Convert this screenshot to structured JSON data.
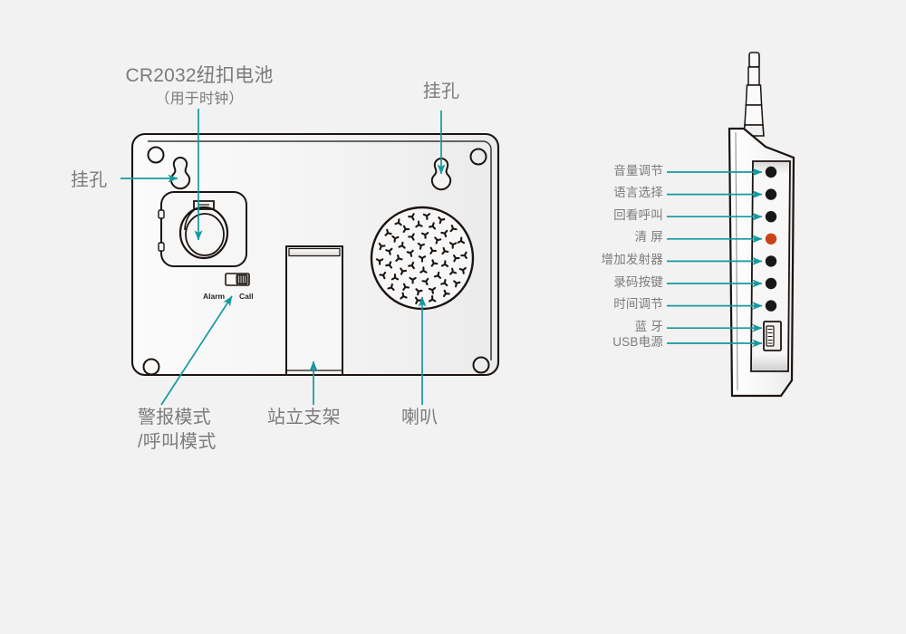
{
  "meta": {
    "background_color": "#f2f2f2",
    "label_color": "#7b7b7b",
    "arrow_color": "#14999e",
    "outline_color": "#1c1410",
    "device_fill": "#f7f7f7",
    "button_color": "#171717",
    "highlight_button_color": "#c9421a"
  },
  "back_view": {
    "callouts": {
      "battery_title": "CR2032纽扣电池",
      "battery_sub": "（用于时钟）",
      "hang_hole_left": "挂孔",
      "hang_hole_top": "挂孔",
      "alarm_call_line1": "警报模式",
      "alarm_call_line2": "/呼叫模式",
      "stand": "站立支架",
      "speaker": "喇叭"
    },
    "switch": {
      "left_label": "Alarm",
      "right_label": "Call",
      "position": "right"
    }
  },
  "side_view": {
    "buttons": [
      {
        "label": "音量调节",
        "color": "#171717"
      },
      {
        "label": "语言选择",
        "color": "#171717"
      },
      {
        "label": "回看呼叫",
        "color": "#171717"
      },
      {
        "label": "清 屏",
        "color": "#c9421a"
      },
      {
        "label": "增加发射器",
        "color": "#171717"
      },
      {
        "label": "录码按键",
        "color": "#171717"
      },
      {
        "label": "时间调节",
        "color": "#171717"
      },
      {
        "label": "蓝 牙",
        "color": "#171717"
      }
    ],
    "port": {
      "label": "USB电源",
      "type": "usb-port"
    },
    "antenna": {
      "type": "telescopic-antenna",
      "segments": 4
    }
  }
}
